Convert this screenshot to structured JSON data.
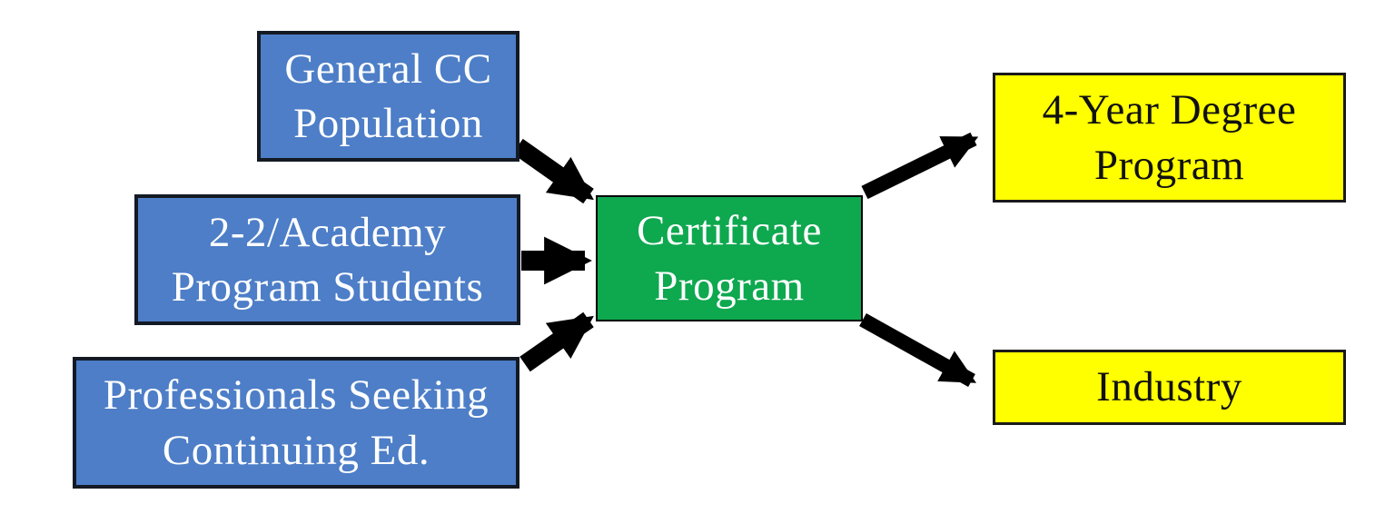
{
  "diagram": {
    "description": "Certificate program pathway flowchart",
    "nodes": {
      "general_cc": {
        "label": "General CC\nPopulation",
        "role": "source"
      },
      "academy": {
        "label": "2-2/Academy\nProgram Students",
        "role": "source"
      },
      "professionals": {
        "label": "Professionals Seeking\nContinuing Ed.",
        "role": "source"
      },
      "certificate": {
        "label": "Certificate\nProgram",
        "role": "center"
      },
      "degree": {
        "label": "4-Year Degree\nProgram",
        "role": "target"
      },
      "industry": {
        "label": "Industry",
        "role": "target"
      }
    },
    "edges": [
      {
        "from": "general_cc",
        "to": "certificate"
      },
      {
        "from": "academy",
        "to": "certificate"
      },
      {
        "from": "professionals",
        "to": "certificate"
      },
      {
        "from": "certificate",
        "to": "degree"
      },
      {
        "from": "certificate",
        "to": "industry"
      }
    ],
    "colors": {
      "source_fill": "#4D7EC7",
      "source_border": "#141A24",
      "source_text": "#FFFFFF",
      "center_fill": "#0EA84F",
      "center_border": "#000000",
      "center_text": "#FFFFFF",
      "target_fill": "#FFFF00",
      "target_border": "#1A1A1A",
      "target_text": "#111111",
      "arrow": "#000000",
      "background": "#FFFFFF"
    }
  }
}
